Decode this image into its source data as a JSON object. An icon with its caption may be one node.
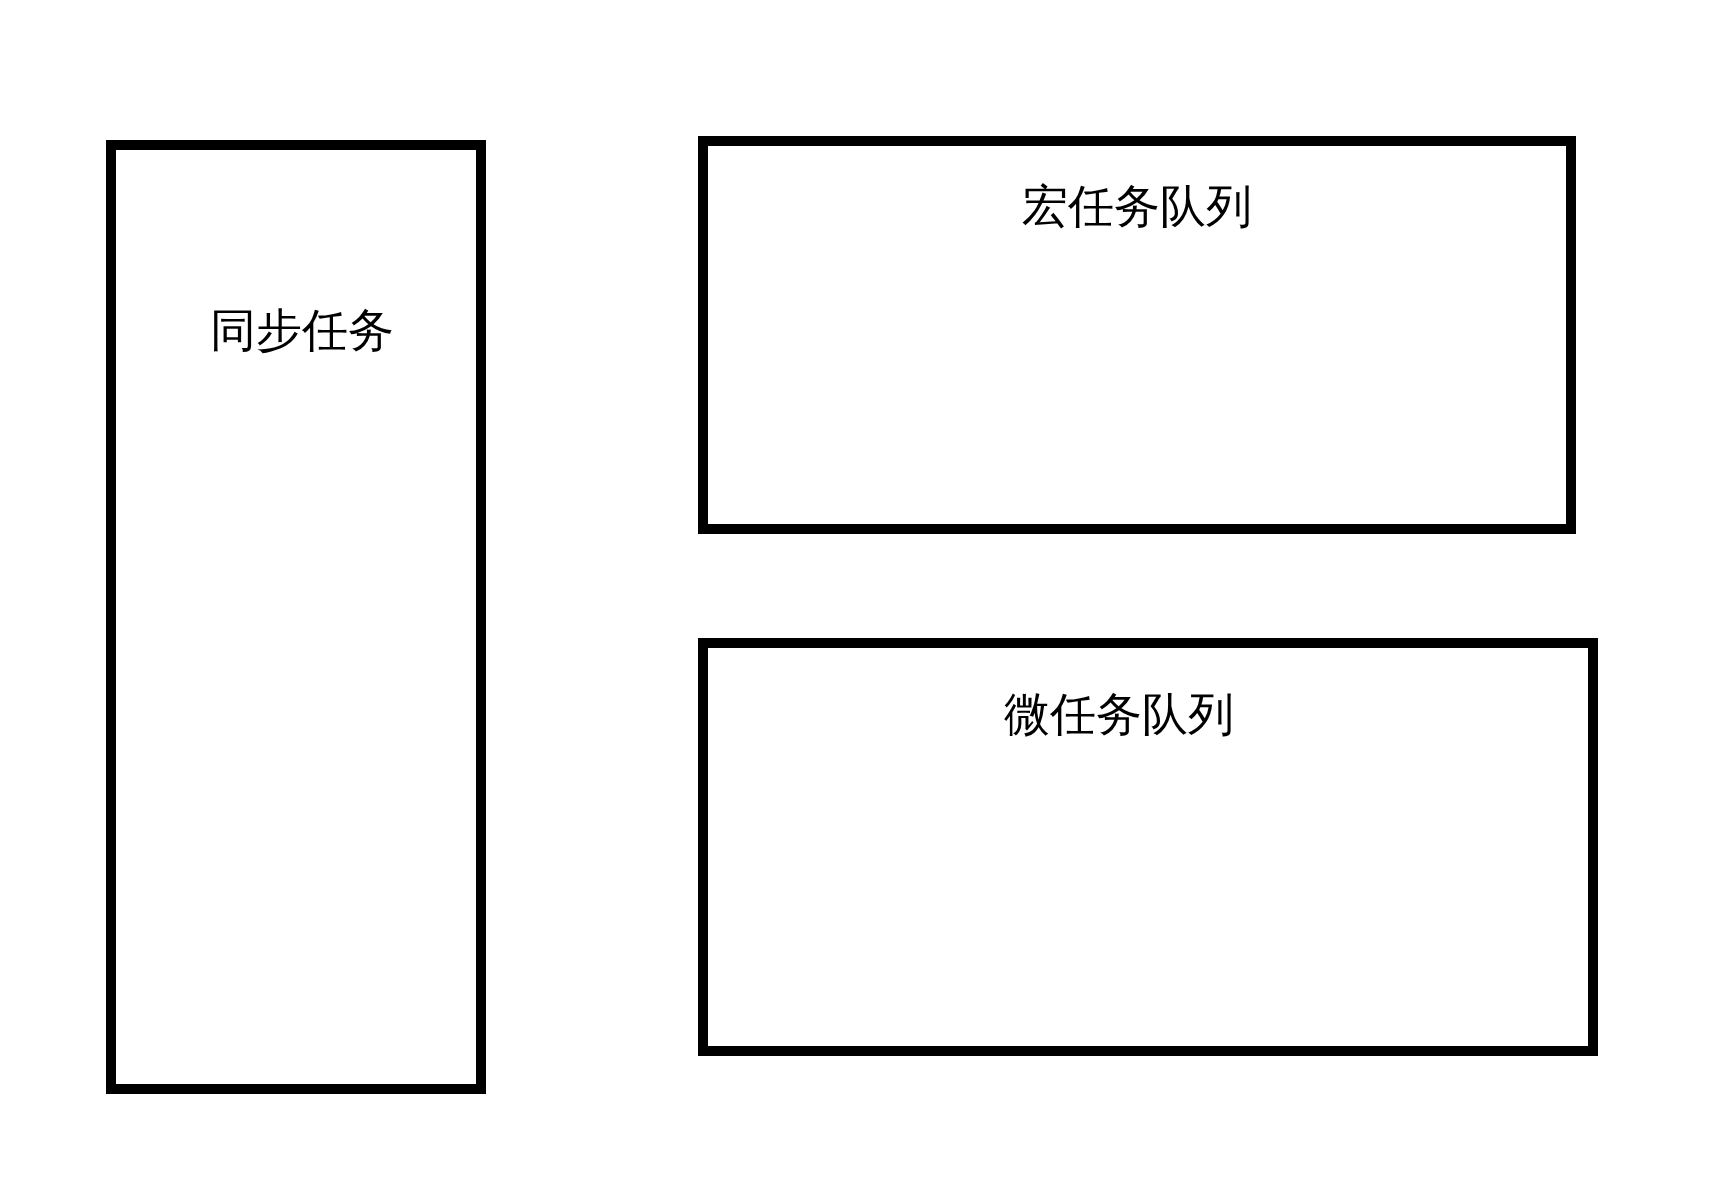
{
  "diagram": {
    "nodes": [
      {
        "text": [
          "同步任务"
        ]
      },
      {
        "text": [
          "宏任务队列"
        ]
      },
      {
        "text": [
          "微任务队列"
        ]
      }
    ]
  }
}
